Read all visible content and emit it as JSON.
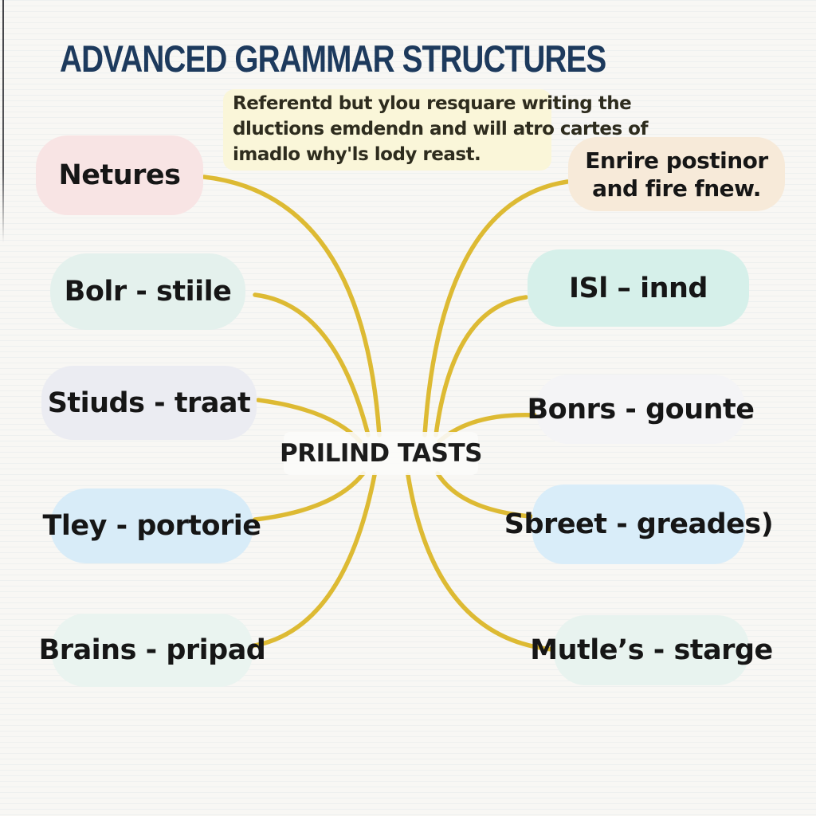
{
  "title": "ADVANCED GRAMMAR STRUCTURES",
  "center": {
    "label": "PRILIND TASTS"
  },
  "note": {
    "line1": "Referentd but ylou resquare writing the",
    "line2": "dluctions emdendn and will atro cartes of",
    "line3": "imadlo why'ls lody reast.",
    "fill": "#faf6d9"
  },
  "nodes": {
    "netures": {
      "label": "Netures",
      "fill": "#f8e4e4"
    },
    "enrire": {
      "line1": "Enrire postinor",
      "line2": "and fire fnew.",
      "fill": "#f7ead9"
    },
    "bolr": {
      "label": "Bolr - stiile",
      "fill": "#e4f1ed"
    },
    "isl": {
      "label": "ISl – innd",
      "fill": "#d6f0ea"
    },
    "stiuds": {
      "label": "Stiuds - traat",
      "fill": "#ebecf2"
    },
    "bonrs": {
      "label": "Bonrs - gounte",
      "fill": "#f4f4f6"
    },
    "tley": {
      "label": "Tley - portorie",
      "fill": "#d8ecf8"
    },
    "sbreet": {
      "label": "Sbreet - greades)",
      "fill": "#d9edf9"
    },
    "brains": {
      "label": "Brains - pripad",
      "fill": "#eaf4f0"
    },
    "mutles": {
      "label": "Mutle’s - starge",
      "fill": "#e8f3ef"
    }
  },
  "colors": {
    "background": "#f8f7f4",
    "title_text": "#1d3a5d",
    "connector": "#ddba33",
    "bubble_text": "#161616"
  }
}
